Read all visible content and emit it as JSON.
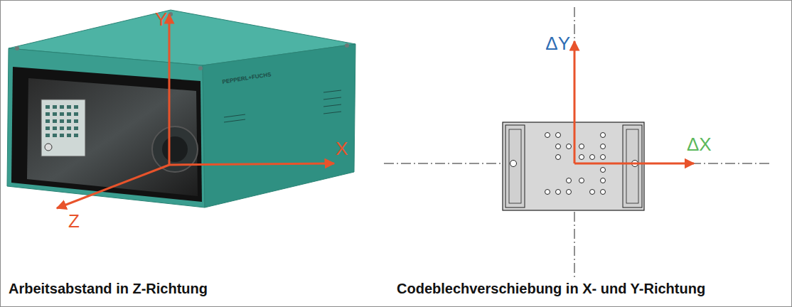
{
  "diagram": {
    "labels": [
      "Y",
      "X",
      "Z",
      "PEPPERL+FUCHS",
      "ΔY",
      "ΔX",
      "Arbeitsabstand in Z-Richtung",
      "Codeblechverschiebung in X- und Y-Richtung"
    ]
  }
}
